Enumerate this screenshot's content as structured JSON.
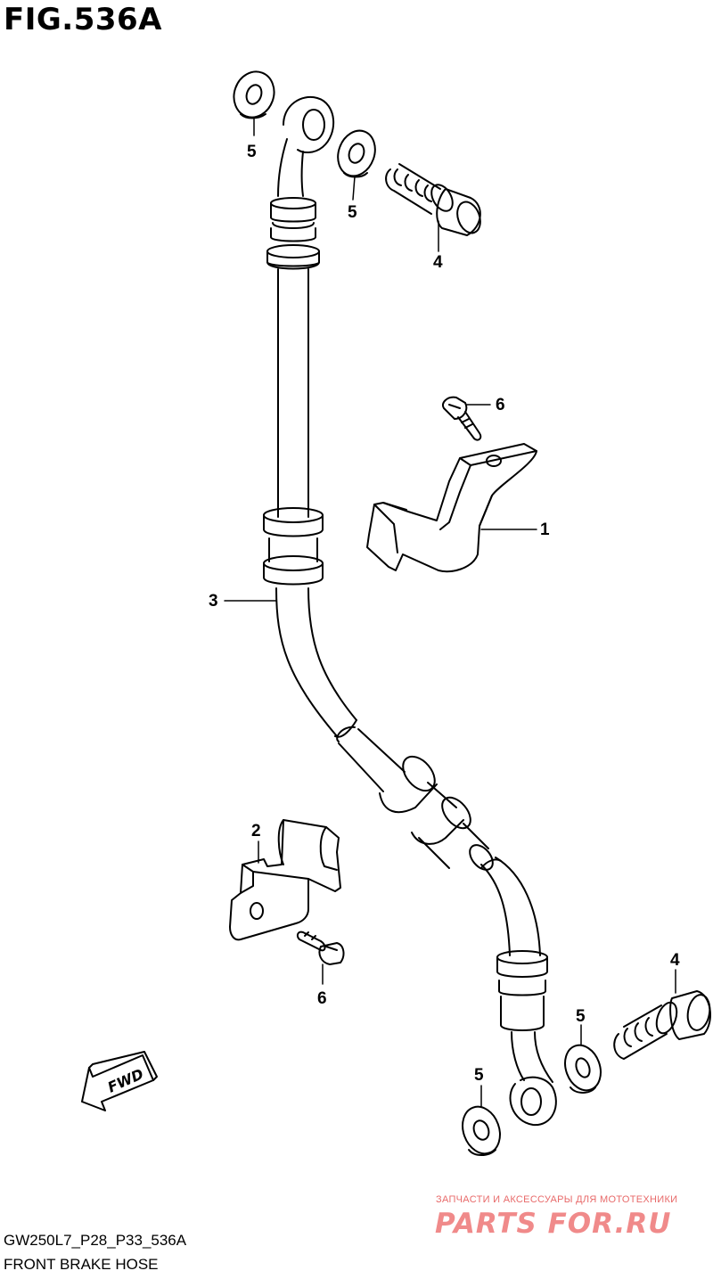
{
  "figure_title": "FIG.536A",
  "diagram_code": "GW250L7_P28_P33_536A",
  "caption": "FRONT BRAKE HOSE",
  "callouts": {
    "bracket_upper": "1",
    "bracket_lower": "2",
    "brake_hose": "3",
    "union_bolt_upper": "4",
    "union_bolt_lower": "4",
    "washer_upper_left": "5",
    "washer_upper_right": "5",
    "washer_lower_left": "5",
    "washer_lower_right": "5",
    "bolt_upper": "6",
    "bolt_lower": "6"
  },
  "fwd_label": "FWD",
  "watermark": {
    "subtitle": "ЗАПЧАСТИ И АКСЕССУАРЫ ДЛЯ МОТОТЕХНИКИ",
    "brand": "PARTS FOR.RU"
  }
}
